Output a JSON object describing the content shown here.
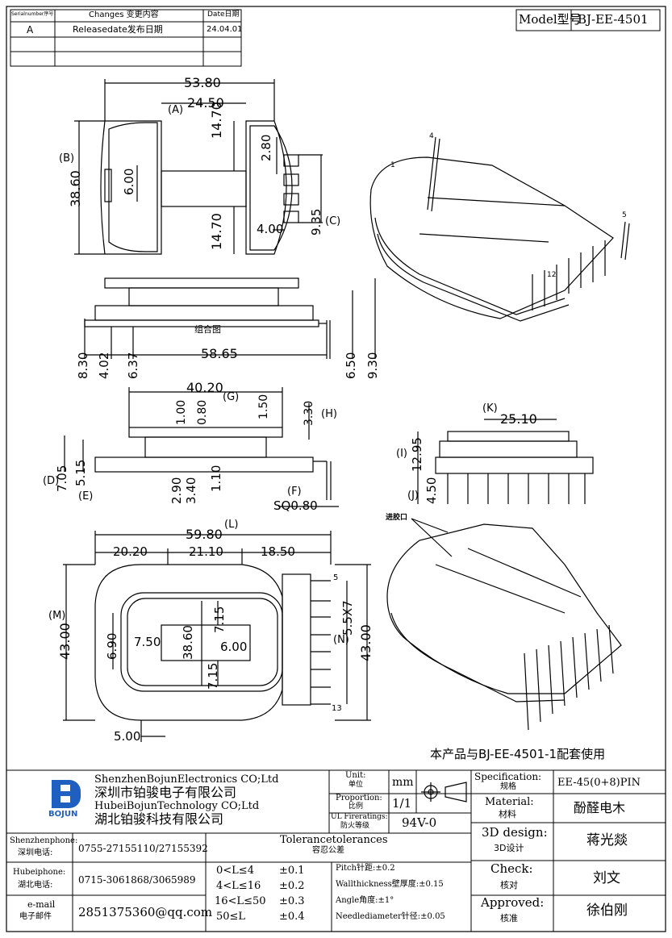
{
  "revision_table": {
    "header_serial": "Serialnumber序号",
    "header_changes": "Changes 变更内容",
    "header_date": "Date日期",
    "rows": [
      {
        "serial": "A",
        "change": "Releasedate发布日期",
        "date": "24.04.01"
      }
    ]
  },
  "model": {
    "label": "Model型号",
    "value": "BJ-EE-4501"
  },
  "drawing": {
    "top_view": {
      "dims": [
        "53.80",
        "24.50",
        "14.70",
        "14.70",
        "6.00",
        "2.80",
        "9.35",
        "4.00",
        "38.60"
      ],
      "labels": [
        "(A)",
        "(B)",
        "(C)"
      ]
    },
    "side_view": {
      "caption": "组合图",
      "dims": [
        "8.30",
        "4.02",
        "6.37",
        "58.65",
        "6.50",
        "9.30"
      ]
    },
    "section_view": {
      "dims": [
        "40.20",
        "1.00",
        "0.80",
        "1.50",
        "3.30",
        "7.05",
        "5.15",
        "2.90",
        "3.40",
        "1.10",
        "SQ0.80"
      ],
      "labels": [
        "(G)",
        "(H)",
        "(D)",
        "(E)",
        "(F)"
      ]
    },
    "end_view": {
      "dims": [
        "25.10",
        "12.95",
        "4.50"
      ],
      "labels": [
        "(K)",
        "(I)",
        "(J)"
      ]
    },
    "bottom_view": {
      "dims": [
        "59.80",
        "20.20",
        "21.10",
        "18.50",
        "43.00",
        "6.90",
        "7.50",
        "38.60",
        "7.15",
        "6.00",
        "7.15",
        "5.5X7",
        "43.00",
        "5.00"
      ],
      "labels": [
        "(L)",
        "(M)",
        "(N)"
      ],
      "pins": [
        "5",
        "13"
      ]
    },
    "iso_view": {
      "pins": [
        "1",
        "4",
        "5",
        "12"
      ],
      "note_inlet": "进胶口"
    },
    "usage_note": "本产品与BJ-EE-4501-1配套使用"
  },
  "company": {
    "name_en1": "ShenzhenBojunElectronics CO;Ltd",
    "name_cn1": "深圳市铂骏电子有限公司",
    "name_en2": "HubeiBojunTechnology CO;Ltd",
    "name_cn2": "湖北铂骏科技有限公司",
    "logo_text": "BOJUN"
  },
  "title_block": {
    "unit_label": "Unit:",
    "unit_label_cn": "单位",
    "unit_value": "mm",
    "proportion_label": "Proportion:",
    "proportion_label_cn": "比例",
    "proportion_value": "1/1",
    "fire_label": "UL Fireratings:",
    "fire_label_cn": "防火等级",
    "fire_value": "94V-0",
    "spec_label": "Specification:",
    "spec_label_cn": "规格",
    "spec_value": "EE-45(0+8)PIN",
    "material_label": "Material:",
    "material_label_cn": "材料",
    "material_value": "酚醛电木",
    "design_label": "3D design:",
    "design_label_cn": "3D设计",
    "design_value": "蒋光燚",
    "check_label": "Check:",
    "check_label_cn": "核对",
    "check_value": "刘文",
    "approved_label": "Approved:",
    "approved_label_cn": "核准",
    "approved_value": "徐伯刚"
  },
  "contacts": {
    "shenzhen_label": "Shenzhenphone:",
    "shenzhen_label_cn": "深圳电话:",
    "shenzhen_value": "0755-27155110/27155392",
    "hubei_label": "Hubeiphone:",
    "hubei_label_cn": "湖北电话:",
    "hubei_value": "0715-3061868/3065989",
    "email_label": "e-mail",
    "email_label_cn": "电子邮件",
    "email_value": "2851375360@qq.com"
  },
  "tolerances": {
    "title": "Tolerancetolerances",
    "title_cn": "容忍公差",
    "rows": [
      {
        "range": "0<L≤4",
        "tol": "±0.1"
      },
      {
        "range": "4<L≤16",
        "tol": "±0.2"
      },
      {
        "range": "16<L≤50",
        "tol": "±0.3"
      },
      {
        "range": "50≤L",
        "tol": "±0.4"
      }
    ],
    "notes": [
      "Pitch针距:±0.2",
      "Wallthickness壁厚度:±0.15",
      "Angle角度:±1°",
      "Needlediameter针径:±0.05"
    ]
  }
}
